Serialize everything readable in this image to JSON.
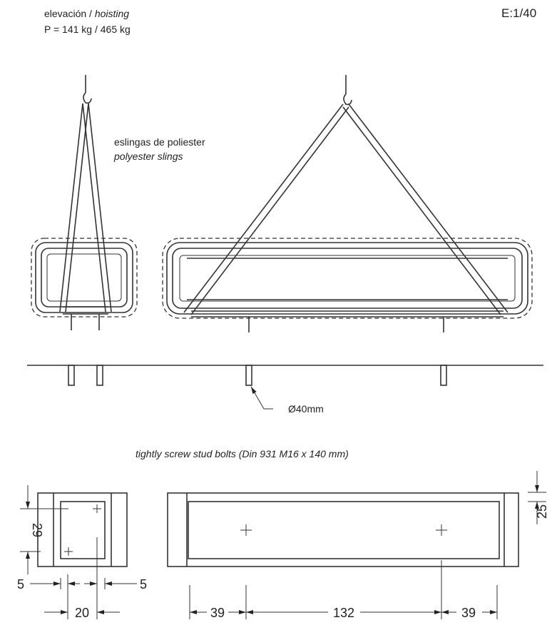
{
  "header": {
    "title_es": "elevación / ",
    "title_en": "hoisting",
    "weight": "P = 141 kg / 465 kg",
    "scale": "E:1/40"
  },
  "labels": {
    "slings_es": "eslingas de poliester",
    "slings_en": "polyester slings",
    "stud_diameter": "Ø40mm",
    "bolts_en": "tightly screw stud bolts (Din 931 M16 x 140 mm)"
  },
  "dimensions": {
    "small_height": "29",
    "small_left_offset": "5",
    "small_right_offset": "5",
    "small_width": "20",
    "large_height": "25",
    "large_left": "39",
    "large_middle": "132",
    "large_right": "39"
  }
}
